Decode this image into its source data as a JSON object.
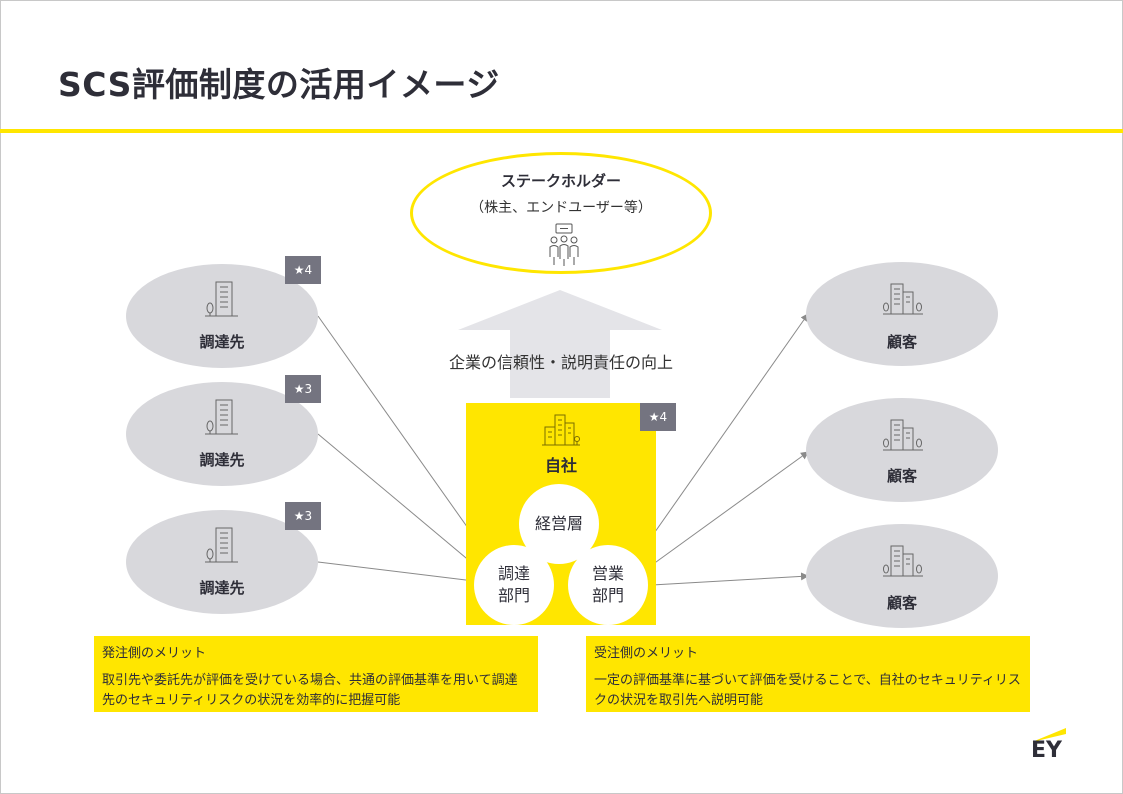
{
  "title": "SCS評価制度の活用イメージ",
  "stakeholder": {
    "title": "ステークホルダー",
    "subtitle": "（株主、エンドユーザー等）",
    "icon": "people-group-icon"
  },
  "arrow_text": "企業の信頼性・説明責任の向上",
  "company": {
    "label": "自社",
    "badge": "★4",
    "icon": "office-buildings-icon",
    "management": "経営層",
    "procurement": "調達\n部門",
    "sales": "営業\n部門"
  },
  "suppliers": [
    {
      "label": "調達先",
      "badge": "★4",
      "icon": "building-icon"
    },
    {
      "label": "調達先",
      "badge": "★3",
      "icon": "building-icon"
    },
    {
      "label": "調達先",
      "badge": "★3",
      "icon": "building-icon"
    }
  ],
  "customers": [
    {
      "label": "顧客",
      "icon": "buildings-icon"
    },
    {
      "label": "顧客",
      "icon": "buildings-icon"
    },
    {
      "label": "顧客",
      "icon": "buildings-icon"
    }
  ],
  "orderer_merit": {
    "heading": "発注側のメリット",
    "body": "取引先や委託先が評価を受けている場合、共通の評価基準を用いて調達先のセキュリティリスクの状況を効率的に把握可能"
  },
  "receiver_merit": {
    "heading": "受注側のメリット",
    "body": "一定の評価基準に基づいて評価を受けることで、自社のセキュリティリスクの状況を取引先へ説明可能"
  },
  "logo": "EY",
  "colors": {
    "accent": "#ffe600",
    "gray_ellipse": "#d8d8dc",
    "badge": "#747480",
    "arrow": "#e4e4e8",
    "text": "#2e2e38"
  }
}
